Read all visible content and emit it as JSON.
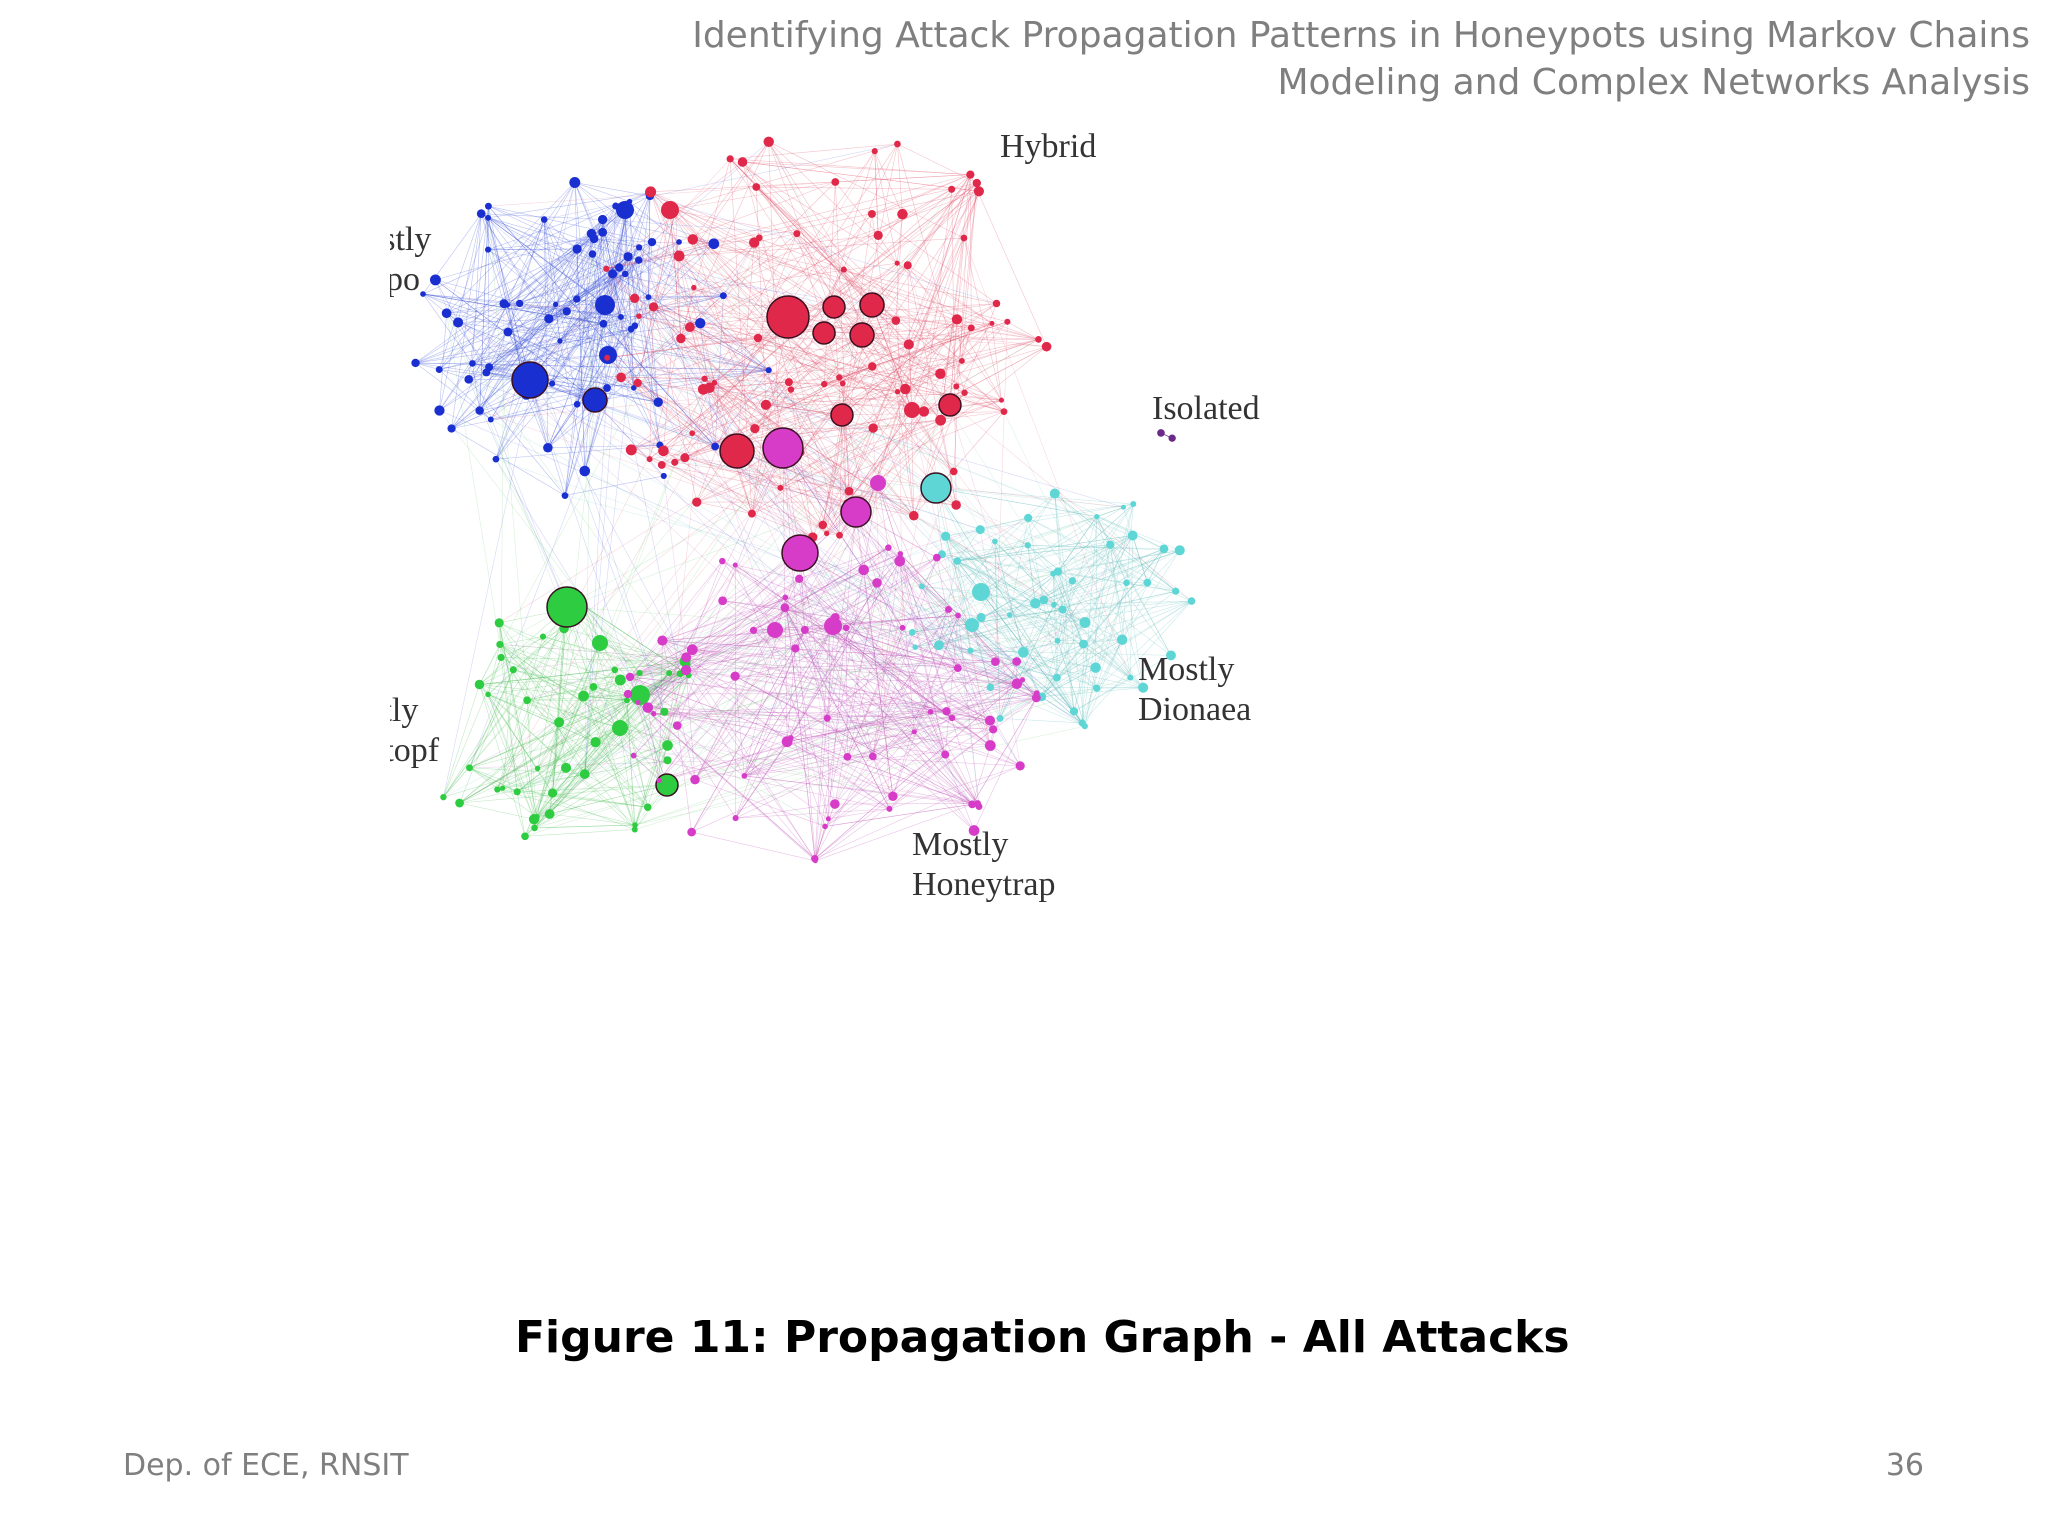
{
  "header": {
    "line1": "Identifying Attack Propagation Patterns in Honeypots using Markov Chains",
    "line2": "Modeling and Complex Networks Analysis"
  },
  "figure": {
    "caption": "Figure 11: Propagation Graph - All Attacks",
    "clusters": [
      {
        "id": "kippo",
        "label_lines": [
          "Mostly",
          "Kippo"
        ],
        "color": "#1a2fd0",
        "edge_color": "#3a4fd8"
      },
      {
        "id": "hybrid",
        "label_lines": [
          "Hybrid"
        ],
        "color": "#e0284a",
        "edge_color": "#e0506a"
      },
      {
        "id": "isolated",
        "label_lines": [
          "Isolated"
        ],
        "color": "#6a2a8a",
        "edge_color": "#6a2a8a"
      },
      {
        "id": "glastopf",
        "label_lines": [
          "Mostly",
          "Glastopf"
        ],
        "color": "#2ecc40",
        "edge_color": "#4cbf5a"
      },
      {
        "id": "dionaea",
        "label_lines": [
          "Mostly",
          "Dionaea"
        ],
        "color": "#5fd6d6",
        "edge_color": "#6ac0c0"
      },
      {
        "id": "honeytrap",
        "label_lines": [
          "Mostly",
          "Honeytrap"
        ],
        "color": "#d63cc8",
        "edge_color": "#c050b8"
      }
    ]
  },
  "footer": {
    "left": "Dep. of ECE, RNSIT",
    "page_number": "36"
  }
}
